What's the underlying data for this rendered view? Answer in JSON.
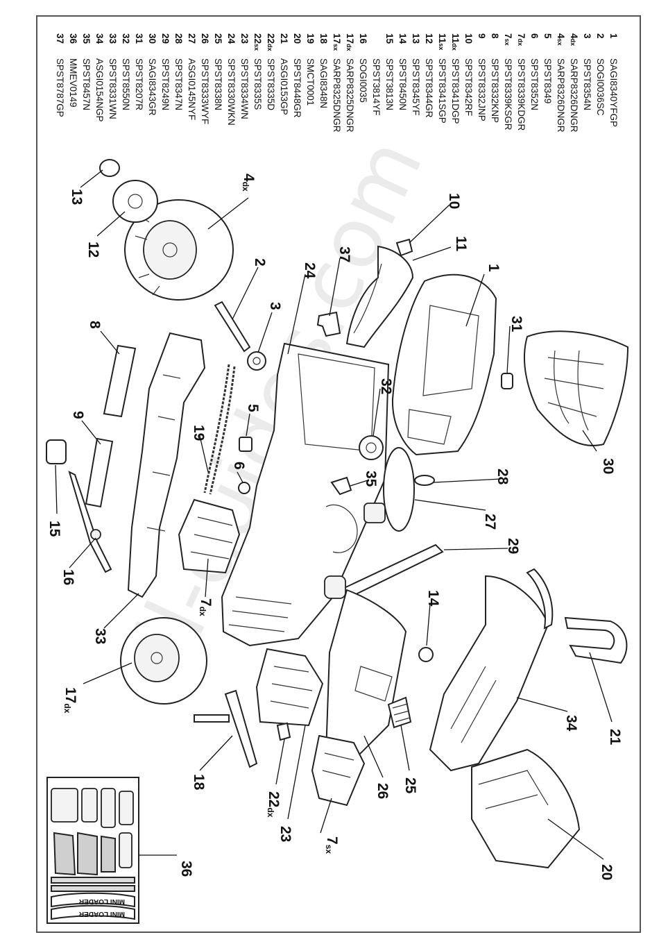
{
  "parts_list": [
    {
      "num": "1",
      "sub": "",
      "code": "SAGI8340YFGP"
    },
    {
      "num": "2",
      "sub": "",
      "code": "SOGI0036SC"
    },
    {
      "num": "3",
      "sub": "",
      "code": "SPST8354N"
    },
    {
      "num": "4",
      "sub": "dx",
      "code": "SARP8326DNGR"
    },
    {
      "num": "4",
      "sub": "sx",
      "code": "SARP8326DNGR"
    },
    {
      "num": "5",
      "sub": "",
      "code": "SPST8349"
    },
    {
      "num": "6",
      "sub": "",
      "code": "SPST8352N"
    },
    {
      "num": "7",
      "sub": "dx",
      "code": "SPST8339KDGR"
    },
    {
      "num": "7",
      "sub": "sx",
      "code": "SPST8339KSGR"
    },
    {
      "num": "8",
      "sub": "",
      "code": "SPST8332KNP"
    },
    {
      "num": "9",
      "sub": "",
      "code": "SPST8332JNP"
    },
    {
      "num": "10",
      "sub": "",
      "code": "SPST8342RF"
    },
    {
      "num": "11",
      "sub": "dx",
      "code": "SPST8341DGP"
    },
    {
      "num": "11",
      "sub": "sx",
      "code": "SPST8341SGP"
    },
    {
      "num": "12",
      "sub": "",
      "code": "SPST8344GR"
    },
    {
      "num": "13",
      "sub": "",
      "code": "SPST8345YF"
    },
    {
      "num": "14",
      "sub": "",
      "code": "SPST8450N"
    },
    {
      "num": "15",
      "sub": "",
      "code": "SPST3813N\nSPST3814YF"
    },
    {
      "num": "16",
      "sub": "",
      "code": "SOGI0035"
    },
    {
      "num": "17",
      "sub": "dx",
      "code": "SARP8325DNGR"
    },
    {
      "num": "17",
      "sub": "sx",
      "code": "SARP8325DNGR"
    },
    {
      "num": "18",
      "sub": "",
      "code": "SAGI8348N"
    },
    {
      "num": "19",
      "sub": "",
      "code": "SMCT0001"
    },
    {
      "num": "20",
      "sub": "",
      "code": "SPST8448GR"
    },
    {
      "num": "21",
      "sub": "",
      "code": "ASGI0153GP"
    },
    {
      "num": "22",
      "sub": "dx",
      "code": "SPST8335D"
    },
    {
      "num": "22",
      "sub": "sx",
      "code": "SPST8335S"
    },
    {
      "num": "23",
      "sub": "",
      "code": "SPST8334WN"
    },
    {
      "num": "24",
      "sub": "",
      "code": "SPST8330WKN"
    },
    {
      "num": "25",
      "sub": "",
      "code": "SPST8338N"
    },
    {
      "num": "26",
      "sub": "",
      "code": "SPST8333WYF"
    },
    {
      "num": "27",
      "sub": "",
      "code": "ASGI0145NYF"
    },
    {
      "num": "28",
      "sub": "",
      "code": "SPST8347N"
    },
    {
      "num": "29",
      "sub": "",
      "code": "SPST8249N"
    },
    {
      "num": "30",
      "sub": "",
      "code": "SAGI8343GR"
    },
    {
      "num": "31",
      "sub": "",
      "code": "SPST8207R"
    },
    {
      "num": "32",
      "sub": "",
      "code": "SPST8550N"
    },
    {
      "num": "33",
      "sub": "",
      "code": "SPST8331WN"
    },
    {
      "num": "34",
      "sub": "",
      "code": "ASGI0154NGP"
    },
    {
      "num": "35",
      "sub": "",
      "code": "SPST8457N"
    },
    {
      "num": "36",
      "sub": "",
      "code": "MMEV0149"
    },
    {
      "num": "37",
      "sub": "",
      "code": "SPST8787GP"
    }
  ],
  "callouts": [
    {
      "id": "c1",
      "num": "1",
      "sub": ""
    },
    {
      "id": "c2",
      "num": "2",
      "sub": ""
    },
    {
      "id": "c3",
      "num": "3",
      "sub": ""
    },
    {
      "id": "c4",
      "num": "4",
      "sub": "dx"
    },
    {
      "id": "c5",
      "num": "5",
      "sub": ""
    },
    {
      "id": "c6",
      "num": "6",
      "sub": ""
    },
    {
      "id": "c7a",
      "num": "7",
      "sub": "dx"
    },
    {
      "id": "c7b",
      "num": "7",
      "sub": "sx"
    },
    {
      "id": "c8",
      "num": "8",
      "sub": ""
    },
    {
      "id": "c9",
      "num": "9",
      "sub": ""
    },
    {
      "id": "c10",
      "num": "10",
      "sub": ""
    },
    {
      "id": "c11",
      "num": "11",
      "sub": ""
    },
    {
      "id": "c12",
      "num": "12",
      "sub": ""
    },
    {
      "id": "c13",
      "num": "13",
      "sub": ""
    },
    {
      "id": "c14",
      "num": "14",
      "sub": ""
    },
    {
      "id": "c15",
      "num": "15",
      "sub": ""
    },
    {
      "id": "c16",
      "num": "16",
      "sub": ""
    },
    {
      "id": "c17",
      "num": "17",
      "sub": "dx"
    },
    {
      "id": "c18",
      "num": "18",
      "sub": ""
    },
    {
      "id": "c19",
      "num": "19",
      "sub": ""
    },
    {
      "id": "c20",
      "num": "20",
      "sub": ""
    },
    {
      "id": "c21",
      "num": "21",
      "sub": ""
    },
    {
      "id": "c22",
      "num": "22",
      "sub": "dx"
    },
    {
      "id": "c23",
      "num": "23",
      "sub": ""
    },
    {
      "id": "c24",
      "num": "24",
      "sub": ""
    },
    {
      "id": "c25",
      "num": "25",
      "sub": ""
    },
    {
      "id": "c26",
      "num": "26",
      "sub": ""
    },
    {
      "id": "c27",
      "num": "27",
      "sub": ""
    },
    {
      "id": "c28",
      "num": "28",
      "sub": ""
    },
    {
      "id": "c29",
      "num": "29",
      "sub": ""
    },
    {
      "id": "c30",
      "num": "30",
      "sub": ""
    },
    {
      "id": "c31",
      "num": "31",
      "sub": ""
    },
    {
      "id": "c32",
      "num": "32",
      "sub": ""
    },
    {
      "id": "c33",
      "num": "33",
      "sub": ""
    },
    {
      "id": "c34",
      "num": "34",
      "sub": ""
    },
    {
      "id": "c35",
      "num": "35",
      "sub": ""
    },
    {
      "id": "c36",
      "num": "36",
      "sub": ""
    },
    {
      "id": "c37",
      "num": "37",
      "sub": ""
    }
  ],
  "sticker_sheet": {
    "decal_top": "MINI LOADER",
    "decal_bottom": "MINI LOADER"
  },
  "watermark": "all-guides.com"
}
